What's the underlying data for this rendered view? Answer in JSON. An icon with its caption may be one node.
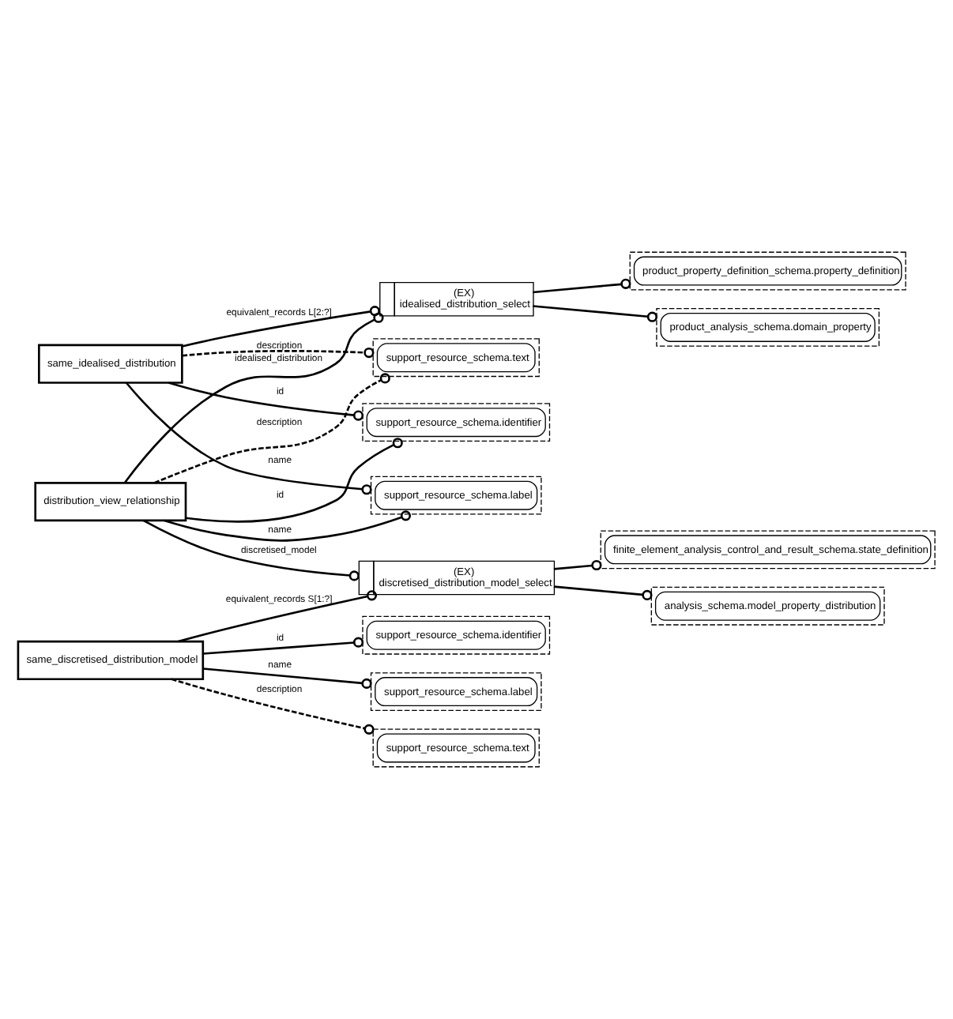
{
  "diagram": {
    "nodes": [
      {
        "text": [
          "support_resource_schema.identifier"
        ]
      },
      {
        "text": [
          "support_resource_schema.label"
        ]
      },
      {
        "text": [
          "support_resource_schema.text"
        ]
      },
      {
        "text": [
          "distribution_view_relationship"
        ]
      },
      {
        "text": [
          "same_idealised_distribution"
        ]
      },
      {
        "text": [
          "(EX)",
          "idealised_distribution_select"
        ]
      },
      {
        "text": [
          "product_property_definition_schema.property_definition"
        ]
      },
      {
        "text": [
          "product_analysis_schema.domain_property"
        ]
      },
      {
        "text": [
          "(EX)",
          "discretised_distribution_model_select"
        ]
      },
      {
        "text": [
          "finite_element_analysis_control_and_result_schema.state_definition"
        ]
      },
      {
        "text": [
          "analysis_schema.model_property_distribution"
        ]
      },
      {
        "text": [
          "same_discretised_distribution_model"
        ]
      },
      {
        "text": [
          "support_resource_schema.identifier"
        ]
      },
      {
        "text": [
          "support_resource_schema.label"
        ]
      },
      {
        "text": [
          "support_resource_schema.text"
        ]
      }
    ],
    "edges": [
      {
        "from": 3,
        "to": 0,
        "arrow": "other",
        "label": "id"
      },
      {
        "from": 4,
        "to": 0,
        "arrow": "other",
        "label": "id"
      },
      {
        "from": 3,
        "to": 1,
        "arrow": "other",
        "label": "name"
      },
      {
        "from": 4,
        "to": 1,
        "arrow": "other",
        "label": "name"
      },
      {
        "from": 3,
        "to": 2,
        "arrow": "other",
        "label": "description",
        "style": "dashed"
      },
      {
        "from": 4,
        "to": 2,
        "arrow": "other",
        "label": "description",
        "style": "dashed"
      },
      {
        "from": 4,
        "to": 5,
        "arrow": "other",
        "label": "equivalent_records L[2:?]"
      },
      {
        "from": 3,
        "to": 5,
        "arrow": "other",
        "label": "idealised_distribution"
      },
      {
        "from": 5,
        "to": 6,
        "arrow": "other"
      },
      {
        "from": 5,
        "to": 7,
        "arrow": "other"
      },
      {
        "from": 3,
        "to": 8,
        "arrow": "other",
        "label": "discretised_model"
      },
      {
        "from": 11,
        "to": 8,
        "arrow": "other",
        "label": "equivalent_records S[1:?]"
      },
      {
        "from": 8,
        "to": 9,
        "arrow": "other"
      },
      {
        "from": 8,
        "to": 10,
        "arrow": "other"
      },
      {
        "from": 11,
        "to": 12,
        "arrow": "other",
        "label": "id"
      },
      {
        "from": 11,
        "to": 13,
        "arrow": "other",
        "label": "name"
      },
      {
        "from": 11,
        "to": 14,
        "arrow": "other",
        "label": "description",
        "style": "dashed"
      }
    ]
  }
}
